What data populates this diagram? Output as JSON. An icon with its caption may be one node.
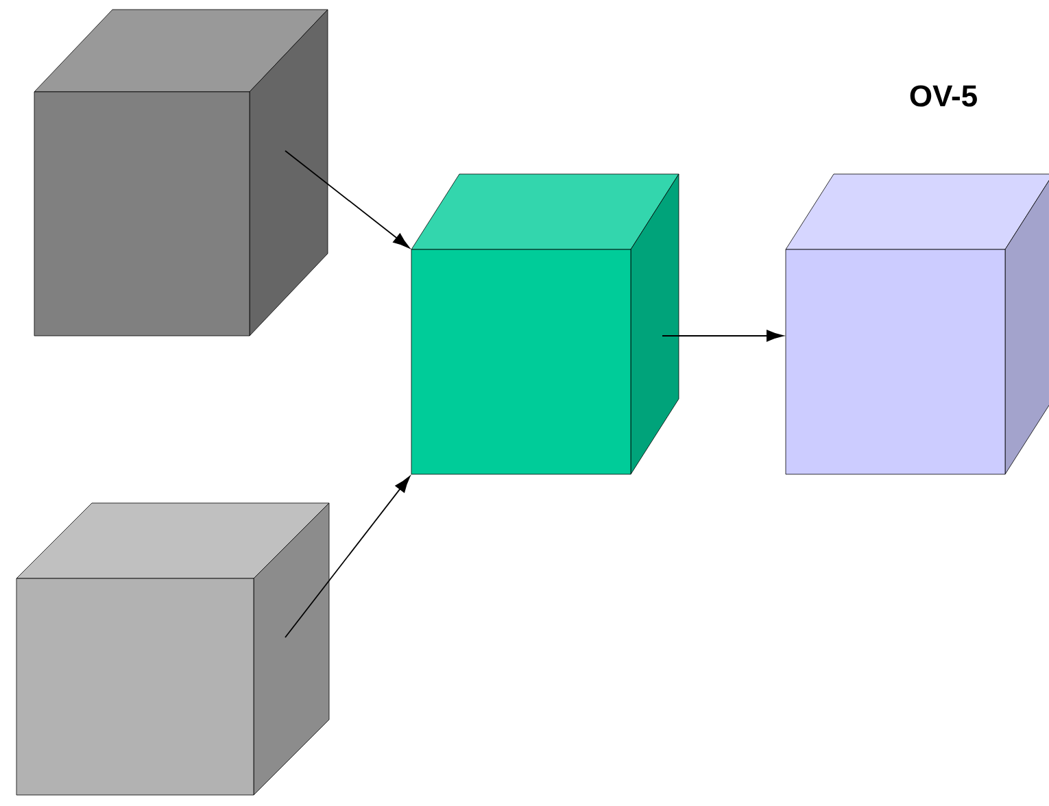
{
  "diagram": {
    "nodes": [
      {
        "text": [],
        "shape": "box"
      },
      {
        "text": [],
        "shape": "box"
      },
      {
        "text": [],
        "shape": "box"
      },
      {
        "text": [],
        "shape": "box"
      }
    ],
    "edges": [
      {
        "from": 0,
        "to": 2,
        "arrow": "to"
      },
      {
        "from": 1,
        "to": 2,
        "arrow": "to"
      },
      {
        "from": 2,
        "to": 3,
        "arrow": "to"
      }
    ],
    "labels": [
      "OV-5"
    ]
  }
}
